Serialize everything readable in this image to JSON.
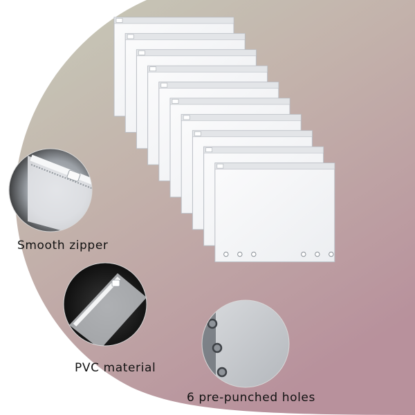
{
  "labels": {
    "smooth_zipper": "Smooth zipper",
    "pvc_material": "PVC material",
    "holes": "6 pre-punched holes"
  },
  "product": {
    "pouch_count": 10,
    "holes_per_pouch": 6
  },
  "colors": {
    "background_top": "#c3c9b8",
    "background_bottom": "#c096a0",
    "pouch_fill": "#f3f4f6",
    "pouch_edge": "#b9bdc4",
    "zipper": "#e3e5e8",
    "closeup_bg": "#0b0b0b"
  }
}
